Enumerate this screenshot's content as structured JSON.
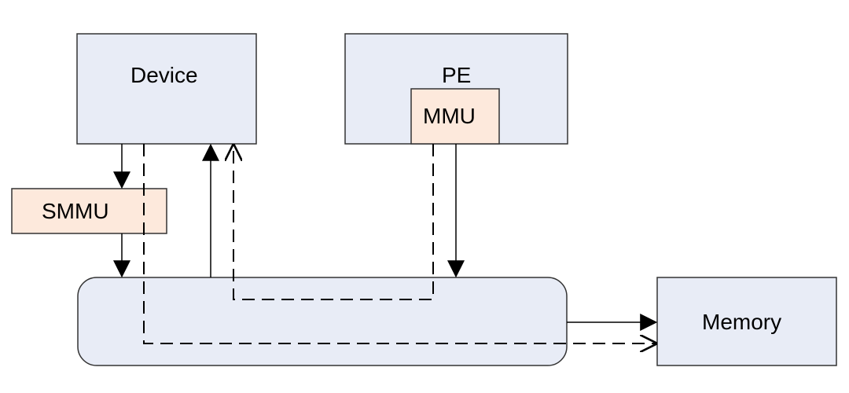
{
  "diagram": {
    "nodes": {
      "device": {
        "label": "Device"
      },
      "pe": {
        "label": "PE"
      },
      "mmu": {
        "label": "MMU"
      },
      "smmu": {
        "label": "SMMU"
      },
      "interconnect": {
        "label": ""
      },
      "memory": {
        "label": "Memory"
      }
    },
    "colors": {
      "block_fill": "#e8ecf6",
      "translation_fill": "#fde9dc",
      "stroke": "#000000",
      "outline": "#333333"
    }
  }
}
